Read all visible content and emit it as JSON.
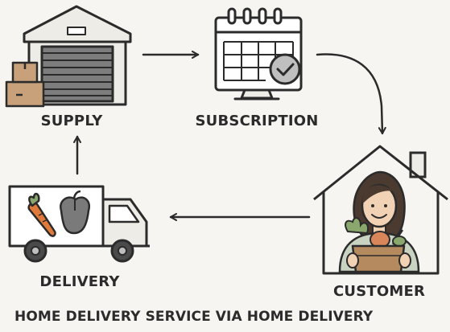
{
  "diagram": {
    "nodes": {
      "supply": {
        "label": "SUPPLY",
        "icon": "warehouse-icon"
      },
      "subscription": {
        "label": "SUBSCRIPTION",
        "icon": "calendar-check-icon"
      },
      "customer": {
        "label": "CUSTOMER",
        "icon": "house-customer-icon"
      },
      "delivery": {
        "label": "DELIVERY",
        "icon": "delivery-truck-icon"
      }
    },
    "caption": "HOME DELIVERY SERVICE VIA HOME DELIVERY",
    "edges": [
      {
        "from": "SUPPLY",
        "to": "SUBSCRIPTION"
      },
      {
        "from": "SUBSCRIPTION",
        "to": "CUSTOMER"
      },
      {
        "from": "CUSTOMER",
        "to": "DELIVERY"
      },
      {
        "from": "DELIVERY",
        "to": "SUPPLY"
      }
    ]
  },
  "colors": {
    "background": "#f6f5f1",
    "ink": "#2b2b2b",
    "box": "#c8a07a",
    "carrot": "#e07a3a",
    "skin": "#f2d2b4",
    "hair": "#4a3a30",
    "shirt": "#c9d3c2",
    "basket": "#b58a5e",
    "greens": "#8aa86e"
  }
}
